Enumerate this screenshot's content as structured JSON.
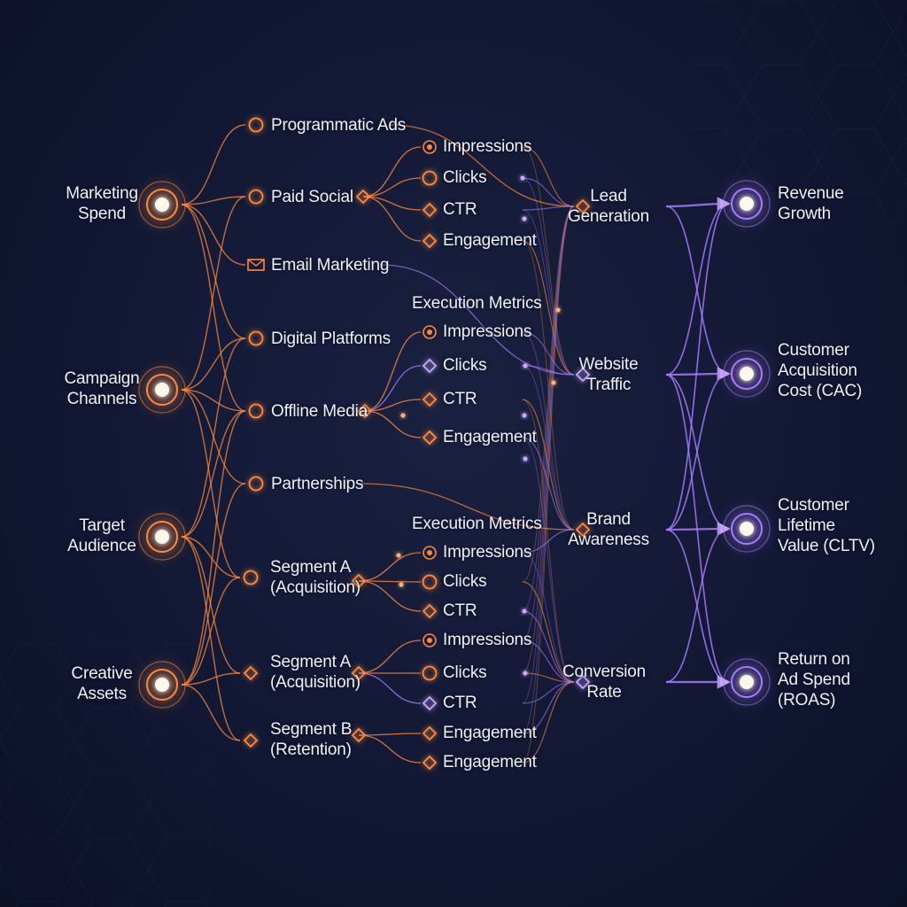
{
  "colors": {
    "background": "#121834",
    "orange": "#ff8a3d",
    "orange_glow": "#ffb070",
    "purple": "#a77bff",
    "purple_glow": "#c9a8ff",
    "text": "#eef0f8"
  },
  "sources": [
    {
      "id": "s1",
      "label": "Marketing\nSpend"
    },
    {
      "id": "s2",
      "label": "Campaign\nChannels"
    },
    {
      "id": "s3",
      "label": "Target\nAudience"
    },
    {
      "id": "s4",
      "label": "Creative\nAssets"
    }
  ],
  "channels": [
    {
      "id": "c1",
      "label": "Programmatic Ads",
      "icon": "circle-icon"
    },
    {
      "id": "c2",
      "label": "Paid Social",
      "icon": "circle-icon"
    },
    {
      "id": "c3",
      "label": "Email Marketing",
      "icon": "envelope-icon"
    },
    {
      "id": "c4",
      "label": "Digital Platforms",
      "icon": "circle-icon"
    },
    {
      "id": "c5",
      "label": "Offline Media",
      "icon": "circle-icon"
    },
    {
      "id": "c6",
      "label": "Partnerships",
      "icon": "circle-icon"
    },
    {
      "id": "c7",
      "label": "Segment A\n(Acquisition)",
      "icon": "circle-icon"
    },
    {
      "id": "c8",
      "label": "Segment A\n(Acquisition)",
      "icon": "diamond-icon"
    },
    {
      "id": "c9",
      "label": "Segment B\n(Retention)",
      "icon": "diamond-icon"
    }
  ],
  "headers": [
    {
      "id": "h1",
      "label": "Execution Metrics"
    },
    {
      "id": "h2",
      "label": "Execution Metrics"
    }
  ],
  "metrics": [
    {
      "id": "m1",
      "label": "Impressions",
      "icon": "target-icon",
      "color": "orange"
    },
    {
      "id": "m2",
      "label": "Clicks",
      "icon": "circle-icon",
      "color": "orange"
    },
    {
      "id": "m3",
      "label": "CTR",
      "icon": "diamond-icon",
      "color": "orange"
    },
    {
      "id": "m4",
      "label": "Engagement",
      "icon": "diamond-icon",
      "color": "orange"
    },
    {
      "id": "m5",
      "label": "Impressions",
      "icon": "target-icon",
      "color": "orange"
    },
    {
      "id": "m6",
      "label": "Clicks",
      "icon": "diamond-icon",
      "color": "purple"
    },
    {
      "id": "m7",
      "label": "CTR",
      "icon": "diamond-icon",
      "color": "orange"
    },
    {
      "id": "m8",
      "label": "Engagement",
      "icon": "diamond-icon",
      "color": "orange"
    },
    {
      "id": "m9",
      "label": "Impressions",
      "icon": "target-icon",
      "color": "orange"
    },
    {
      "id": "m10",
      "label": "Clicks",
      "icon": "circle-icon",
      "color": "orange"
    },
    {
      "id": "m11",
      "label": "CTR",
      "icon": "diamond-icon",
      "color": "orange"
    },
    {
      "id": "m12",
      "label": "Impressions",
      "icon": "target-icon",
      "color": "orange"
    },
    {
      "id": "m13",
      "label": "Clicks",
      "icon": "circle-icon",
      "color": "orange"
    },
    {
      "id": "m14",
      "label": "CTR",
      "icon": "diamond-icon",
      "color": "purple"
    },
    {
      "id": "m15",
      "label": "Engagement",
      "icon": "diamond-icon",
      "color": "orange"
    },
    {
      "id": "m16",
      "label": "Engagement",
      "icon": "diamond-icon",
      "color": "orange"
    }
  ],
  "outcomes": [
    {
      "id": "o1",
      "label": "Lead\nGeneration"
    },
    {
      "id": "o2",
      "label": "Website\nTraffic"
    },
    {
      "id": "o3",
      "label": "Brand\nAwareness"
    },
    {
      "id": "o4",
      "label": "Conversion\nRate"
    }
  ],
  "results": [
    {
      "id": "r1",
      "label": "Revenue\nGrowth"
    },
    {
      "id": "r2",
      "label": "Customer\nAcquisition\nCost (CAC)"
    },
    {
      "id": "r3",
      "label": "Customer\nLifetime\nValue (CLTV)"
    },
    {
      "id": "r4",
      "label": "Return on\nAd Spend\n(ROAS)"
    }
  ]
}
